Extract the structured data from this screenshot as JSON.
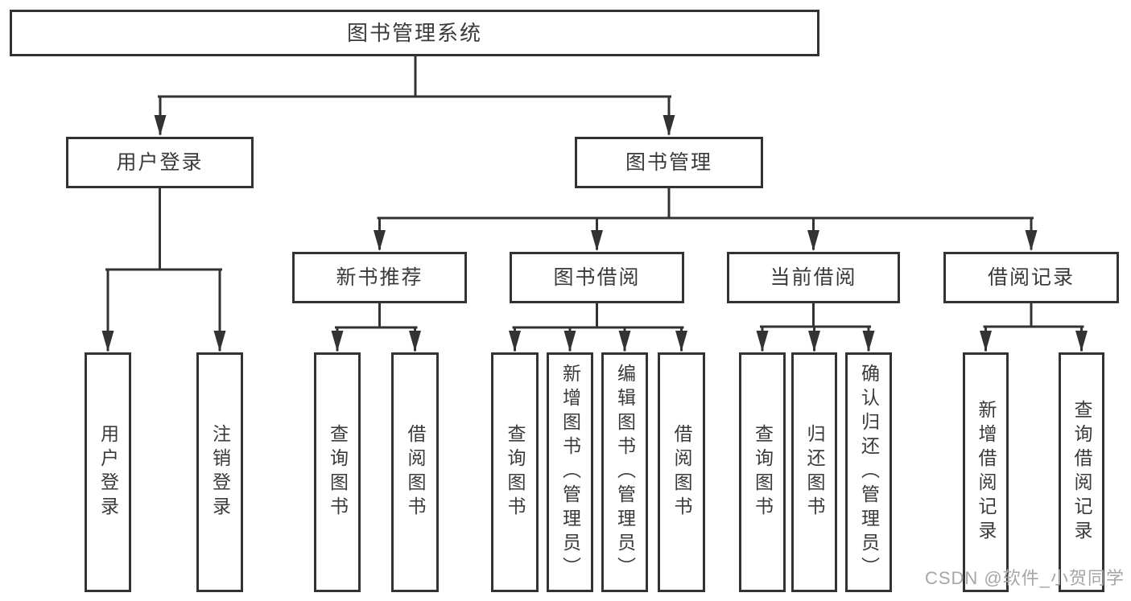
{
  "tree": {
    "label": "图书管理系统",
    "children": [
      {
        "label": "用户登录",
        "children": [
          {
            "label": "用户登录"
          },
          {
            "label": "注销登录"
          }
        ]
      },
      {
        "label": "图书管理",
        "children": [
          {
            "label": "新书推荐",
            "children": [
              {
                "label": "查询图书"
              },
              {
                "label": "借阅图书"
              }
            ]
          },
          {
            "label": "图书借阅",
            "children": [
              {
                "label": "查询图书"
              },
              {
                "label": "新增图书（管理员）"
              },
              {
                "label": "编辑图书（管理员）"
              },
              {
                "label": "借阅图书"
              }
            ]
          },
          {
            "label": "当前借阅",
            "children": [
              {
                "label": "查询图书"
              },
              {
                "label": "归还图书"
              },
              {
                "label": "确认归还（管理员）"
              }
            ]
          },
          {
            "label": "借阅记录",
            "children": [
              {
                "label": "新增借阅记录"
              },
              {
                "label": "查询借阅记录"
              }
            ]
          }
        ]
      }
    ]
  },
  "watermark": "CSDN @软件_小贺同学",
  "colors": {
    "line": "#333333",
    "text": "#3a3a3a",
    "watermark": "#a6a6a6",
    "background": "#ffffff"
  }
}
